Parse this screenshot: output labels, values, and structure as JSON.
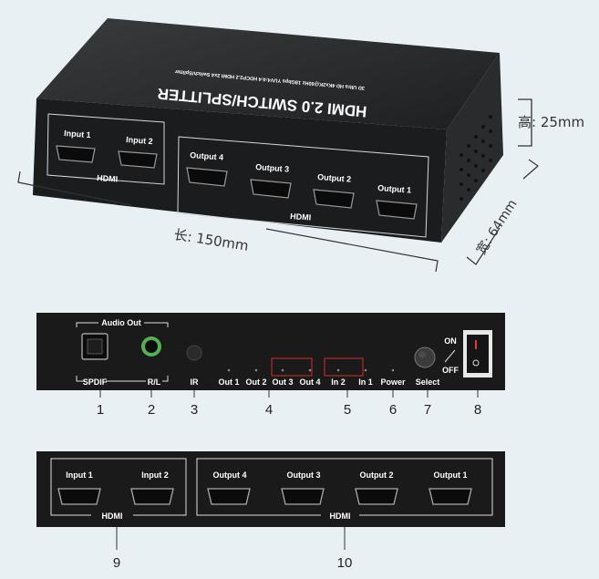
{
  "device": {
    "brand_title": "HDMI 2.0 SWITCH/SPLITTER",
    "subtitle": "3D Ultra HD 4Kx2K@60Hz 18Gbps YUV4:4:4 HDCP2.2 HDMI 2x4 Switch/Splitter"
  },
  "dimensions": {
    "length": "长: 150mm",
    "width": "宽: 64mm",
    "height": "高: 25mm"
  },
  "ports": {
    "input_1": "Input 1",
    "input_2": "Input 2",
    "output_1": "Output 1",
    "output_2": "Output 2",
    "output_3": "Output 3",
    "output_4": "Output 4",
    "hdmi": "HDMI"
  },
  "front_panel": {
    "audio_out": "Audio Out",
    "spdif": "SPDIF",
    "rl": "R/L",
    "ir": "IR",
    "out1": "Out 1",
    "out2": "Out 2",
    "out3": "Out 3",
    "out4": "Out 4",
    "in2": "In 2",
    "in1": "In 1",
    "power": "Power",
    "select": "Select",
    "on": "ON",
    "off": "OFF"
  },
  "callouts": [
    "1",
    "2",
    "3",
    "4",
    "5",
    "6",
    "7",
    "8",
    "9",
    "10"
  ]
}
